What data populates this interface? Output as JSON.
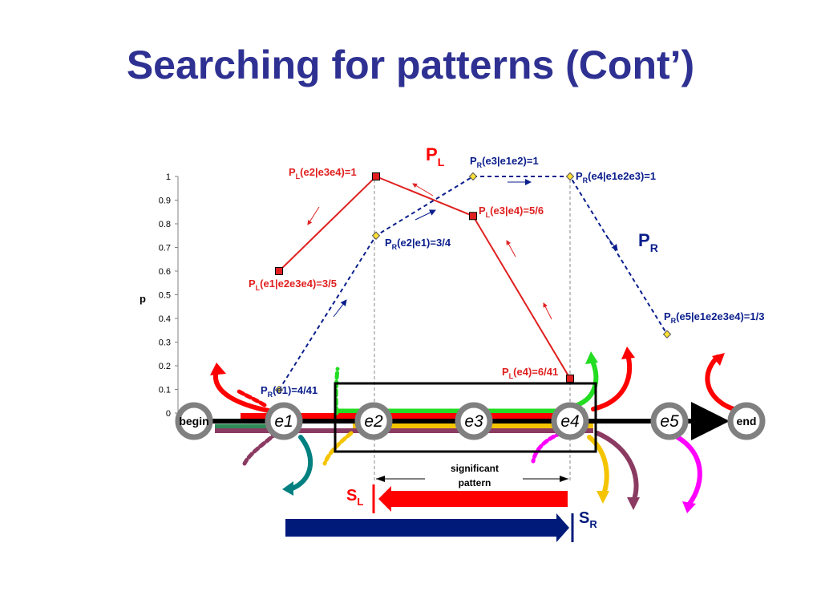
{
  "title": "Searching for patterns (Cont’)",
  "colors": {
    "title": "#2E3192",
    "pl_line": "#E02020",
    "pr_line": "#0A1E8C",
    "node_ring": "#808080",
    "red": "#FF0000",
    "green": "#22DD22",
    "purple": "#8B3A62",
    "teal": "#008080",
    "yellow": "#F5C400",
    "magenta": "#FF00FF",
    "navy": "#001A7A"
  },
  "axis": {
    "ylabel": "p",
    "ticks": [
      "0",
      "0.1",
      "0.2",
      "0.3",
      "0.4",
      "0.5",
      "0.6",
      "0.7",
      "0.8",
      "0.9",
      "1"
    ]
  },
  "series": {
    "pl": {
      "label_main": "P",
      "label_sub": "L",
      "points": [
        {
          "pre": "P",
          "sub": "L",
          "post": "(e1|e2e3e4)=3/5",
          "value": 0.6
        },
        {
          "pre": "P",
          "sub": "L",
          "post": "(e2|e3e4)=1",
          "value": 1.0
        },
        {
          "pre": "P",
          "sub": "L",
          "post": "(e3|e4)=5/6",
          "value": 0.833
        },
        {
          "pre": "P",
          "sub": "L",
          "post": "(e4)=6/41",
          "value": 0.146
        }
      ]
    },
    "pr": {
      "label_main": "P",
      "label_sub": "R",
      "points": [
        {
          "pre": "P",
          "sub": "R",
          "post": "(e1)=4/41",
          "value": 0.098
        },
        {
          "pre": "P",
          "sub": "R",
          "post": "(e2|e1)=3/4",
          "value": 0.75
        },
        {
          "pre": "P",
          "sub": "R",
          "post": "(e3|e1e2)=1",
          "value": 1.0
        },
        {
          "pre": "P",
          "sub": "R",
          "post": "(e4|e1e2e3)=1",
          "value": 1.0
        },
        {
          "pre": "P",
          "sub": "R",
          "post": "(e5|e1e2e3e4)=1/3",
          "value": 0.333
        }
      ]
    }
  },
  "nodes": [
    "begin",
    "e1",
    "e2",
    "e3",
    "e4",
    "e5",
    "end"
  ],
  "significant": {
    "line1": "significant",
    "line2": "pattern"
  },
  "sl": {
    "main": "S",
    "sub": "L"
  },
  "sr": {
    "main": "S",
    "sub": "R"
  }
}
